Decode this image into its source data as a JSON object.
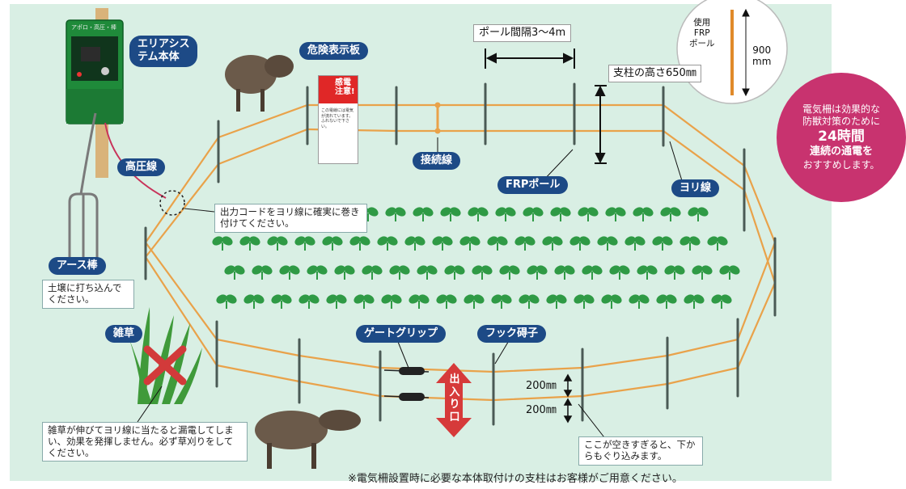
{
  "labels": {
    "main_unit": [
      "エリアシス",
      "テム本体"
    ],
    "danger_sign": "危険表示板",
    "pole_spacing": "ポール間隔3～4m",
    "post_height": "支柱の高さ650㎜",
    "frp_used": [
      "使用",
      "FRP",
      "ポール"
    ],
    "frp_length": [
      "900",
      "mm"
    ],
    "high_voltage_wire": "高圧線",
    "connection_wire": "接続線",
    "frp_pole": "FRPポール",
    "twisted_wire": "ヨリ線",
    "output_cord_note": "出力コードをヨリ線に確実に巻き付けてください。",
    "earth_rod": "アース棒",
    "earth_rod_note": "土壌に打ち込んでください。",
    "weeds": "雑草",
    "gate_grip": "ゲートグリップ",
    "hook_insulator": "フック碍子",
    "gate": "出入り口",
    "spacing_upper": "200㎜",
    "spacing_lower": "200㎜",
    "weeds_note": "雑草が伸びてヨリ線に当たると漏電してしまい、効果を発揮しません。必ず草刈りをしてください。",
    "gap_note": "ここが空きすぎると、下からもぐり込みます。",
    "footer_note": "※電気柵設置時に必要な本体取付けの支柱はお客様がご用意ください。"
  },
  "recommend": {
    "line1": "電気柵は効果的な",
    "line2": "防獣対策のために",
    "line3": "24時間",
    "line4": "連続の通電を",
    "line5": "おすすめします。"
  },
  "sign": {
    "title": [
      "感電",
      "注意!"
    ],
    "body": "この電線には電気が流れています。ふれないで下さい。"
  },
  "device": {
    "panel_text": "アポロ・高圧・棒"
  },
  "colors": {
    "background": "#d9efe4",
    "label_pill": "#1d4a86",
    "wire": "#e9a24a",
    "pole": "#4a5a55",
    "plant": "#2f9a45",
    "device_green": "#1f8a3a",
    "recommend_circle": "#c8336f",
    "gate_arrow": "#d63a3a",
    "cross_mark": "#d23a3a"
  }
}
